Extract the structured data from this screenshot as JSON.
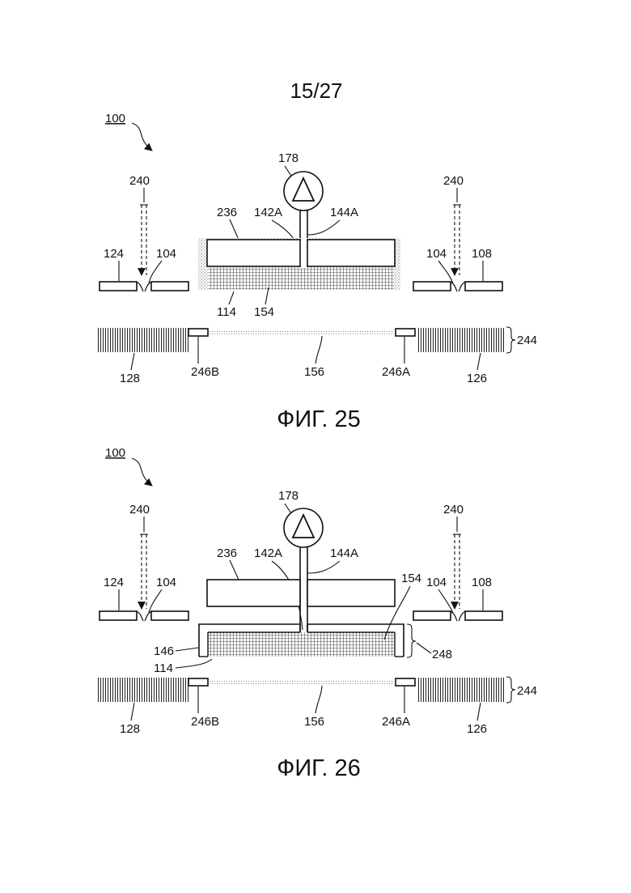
{
  "sheet": {
    "page_number": "15/27"
  },
  "figure_25": {
    "caption": "ФИГ. 25",
    "ref_100": "100",
    "ref_178": "178",
    "ref_240_left": "240",
    "ref_240_right": "240",
    "ref_236": "236",
    "ref_142A": "142A",
    "ref_144A": "144A",
    "ref_124": "124",
    "ref_104_left": "104",
    "ref_104_right": "104",
    "ref_108": "108",
    "ref_114": "114",
    "ref_154": "154",
    "ref_244": "244",
    "ref_128": "128",
    "ref_246B": "246B",
    "ref_156": "156",
    "ref_246A": "246A",
    "ref_126": "126"
  },
  "figure_26": {
    "caption": "ФИГ. 26",
    "ref_100": "100",
    "ref_178": "178",
    "ref_240_left": "240",
    "ref_240_right": "240",
    "ref_236": "236",
    "ref_142A": "142A",
    "ref_144A": "144A",
    "ref_154": "154",
    "ref_124": "124",
    "ref_104_left": "104",
    "ref_104_right": "104",
    "ref_108": "108",
    "ref_146": "146",
    "ref_248": "248",
    "ref_114": "114",
    "ref_244": "244",
    "ref_128": "128",
    "ref_246B": "246B",
    "ref_156": "156",
    "ref_246A": "246A",
    "ref_126": "126"
  }
}
